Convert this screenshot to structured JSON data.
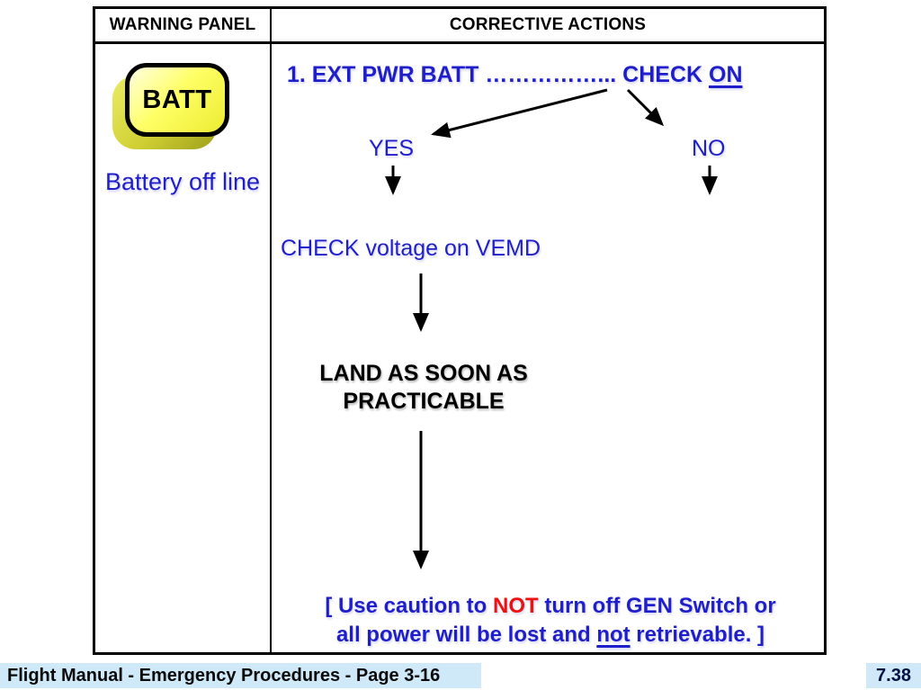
{
  "colors": {
    "text_blue": "#1e1ecb",
    "alert_red": "#ee1111",
    "button_yellow": "#ffff57",
    "button_shadow_olive": "#b9b923",
    "footer_strip_blue": "#cfe9f8",
    "border_black": "#000000"
  },
  "table": {
    "header_left": "WARNING PANEL",
    "header_right": "CORRECTIVE ACTIONS"
  },
  "warning_panel": {
    "button_label": "BATT",
    "caption": "Battery off line"
  },
  "flowchart": {
    "step1_prefix": "1. EXT PWR BATT ",
    "step1_leader": "……………...",
    "step1_action": " CHECK ",
    "step1_action_state": "ON",
    "branch_yes": "YES",
    "branch_no": "NO",
    "yes_step": "CHECK voltage on VEMD",
    "outcome_line1": "LAND AS SOON AS",
    "outcome_line2": "PRACTICABLE",
    "caution_seg1": "[ Use caution to ",
    "caution_not": "NOT",
    "caution_seg2": " turn off GEN Switch or",
    "caution_seg3": "all power will be lost and ",
    "caution_not2": "not",
    "caution_seg4": " retrievable. ]"
  },
  "footer": {
    "left_text": "Flight Manual - Emergency Procedures - Page 3-16",
    "page_ref": "7.38"
  }
}
